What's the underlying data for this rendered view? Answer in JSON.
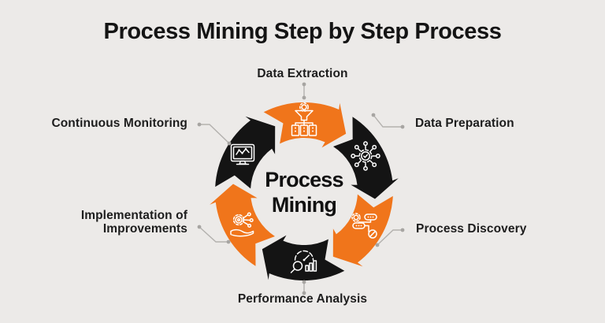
{
  "title": "Process Mining Step by Step Process",
  "center": {
    "line1": "Process",
    "line2": "Mining"
  },
  "colors": {
    "background": "#ECEAE8",
    "orange": "#F0751B",
    "dark": "#141414",
    "connector_line": "#b3b1ae",
    "connector_dot": "#a7a5a2",
    "label_text": "#1d1d1d"
  },
  "steps": [
    {
      "id": "data-extraction",
      "label": "Data Extraction",
      "angle": 0,
      "color": "#F0751B",
      "icon": "funnel-database-icon"
    },
    {
      "id": "data-preparation",
      "label": "Data Preparation",
      "angle": 60,
      "color": "#141414",
      "icon": "gear-network-icon"
    },
    {
      "id": "process-discovery",
      "label": "Process Discovery",
      "angle": 120,
      "color": "#F0751B",
      "icon": "process-flow-icon"
    },
    {
      "id": "performance-analysis",
      "label": "Performance Analysis",
      "angle": 180,
      "color": "#141414",
      "icon": "gauge-magnifier-icon"
    },
    {
      "id": "implementation-of-improvements",
      "label": "Implementation of Improvements",
      "angle": 240,
      "color": "#F0751B",
      "icon": "hand-gear-icon"
    },
    {
      "id": "continuous-monitoring",
      "label": "Continuous Monitoring",
      "angle": 300,
      "color": "#141414",
      "icon": "monitor-chart-icon"
    }
  ]
}
